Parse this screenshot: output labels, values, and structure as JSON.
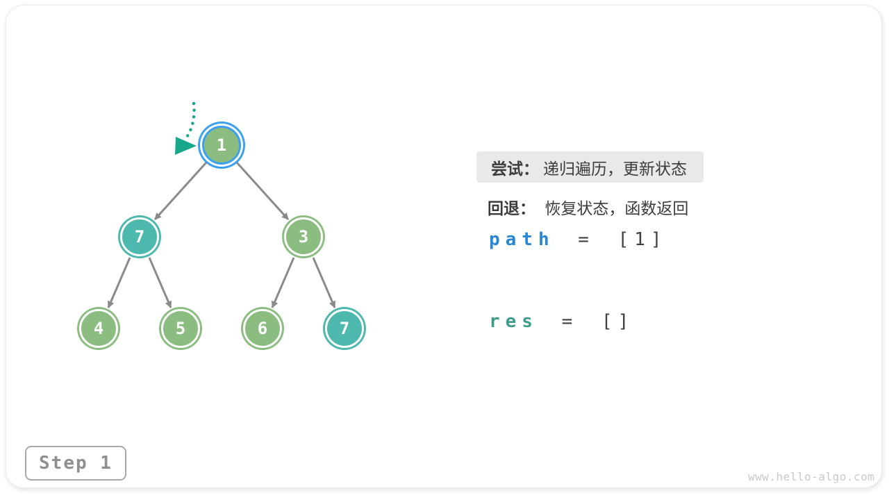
{
  "legend": {
    "try": {
      "label": "尝试：",
      "text": "递归遍历，更新状态"
    },
    "back": {
      "label": "回退：",
      "text": "恢复状态，函数返回"
    }
  },
  "variables": {
    "path": {
      "name": "path",
      "eq": "=",
      "value": "[1]"
    },
    "res": {
      "name": "res",
      "eq": "=",
      "value": "[]"
    }
  },
  "tree": {
    "nodes": [
      {
        "value": "1",
        "state": "current",
        "note": "root, visited, highlighted with blue ring and teal dotted cursor arrow"
      },
      {
        "value": "7",
        "state": "teal"
      },
      {
        "value": "3",
        "state": "green"
      },
      {
        "value": "4",
        "state": "green"
      },
      {
        "value": "5",
        "state": "green"
      },
      {
        "value": "6",
        "state": "green"
      },
      {
        "value": "7",
        "state": "teal"
      }
    ],
    "edges": [
      [
        0,
        1
      ],
      [
        0,
        2
      ],
      [
        1,
        3
      ],
      [
        1,
        4
      ],
      [
        2,
        5
      ],
      [
        2,
        6
      ]
    ]
  },
  "footer": {
    "step_label": "Step 1",
    "watermark": "www.hello-algo.com"
  },
  "colors": {
    "node_green": "#8cbd80",
    "node_teal": "#4db8ad",
    "highlight_blue": "#3ba0f0",
    "edge_gray": "#8a8a8a",
    "cursor_teal": "#17a88b",
    "path_blue": "#2787d4",
    "res_teal": "#3d9c8c",
    "label_bg": "#e9e9e9",
    "text_dark": "#3c3c3c"
  }
}
